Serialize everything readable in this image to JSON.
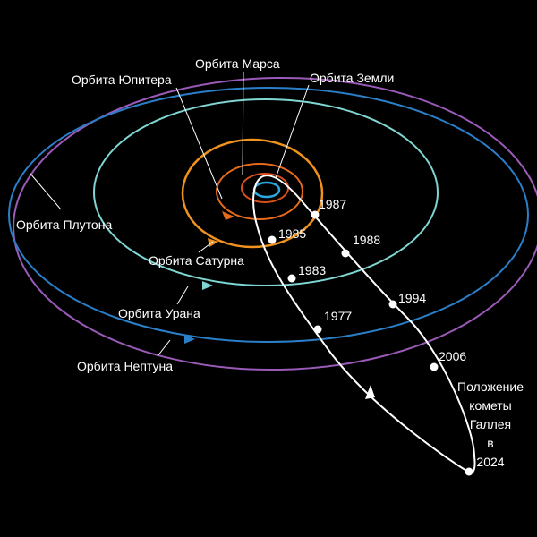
{
  "orbit_labels": {
    "jupiter": "Орбита Юпитера",
    "mars": "Орбита Марса",
    "earth": "Орбита Земли",
    "pluto": "Орбита Плутона",
    "saturn": "Орбита Сатурна",
    "uranus": "Орбита Урана",
    "neptune": "Орбита Нептуна"
  },
  "comet_years": [
    "1987",
    "1985",
    "1988",
    "1983",
    "1994",
    "1977",
    "2006"
  ],
  "comet_position_label": [
    "Положение",
    "кометы",
    "Галлея",
    "в",
    "2024"
  ],
  "colors": {
    "background": "#000000",
    "text": "#ffffff",
    "comet_orbit": "#ffffff",
    "earth_orbit": "#29a9e0",
    "mars_orbit": "#d8501e",
    "jupiter_orbit": "#f07a1c",
    "saturn_orbit": "#f0921e",
    "uranus_orbit": "#7fd6d2",
    "neptune_orbit": "#2a7fc8",
    "pluto_orbit": "#9a5ab8"
  }
}
